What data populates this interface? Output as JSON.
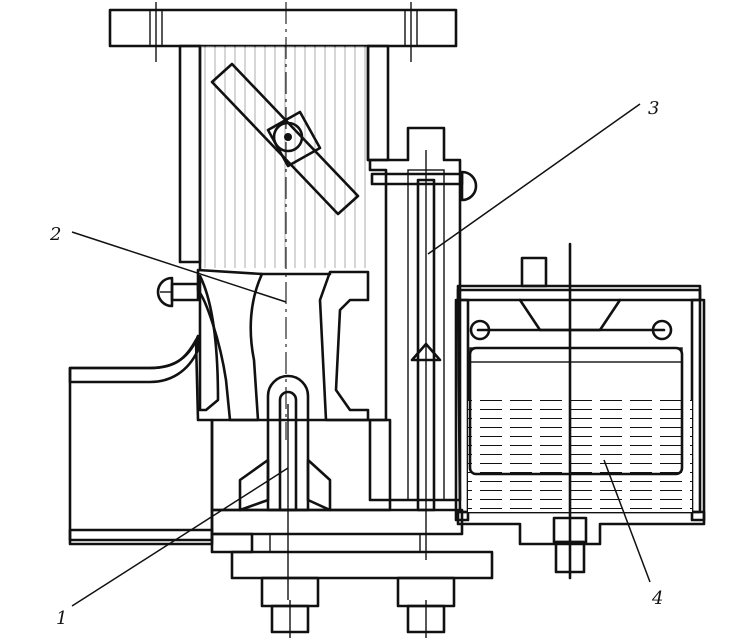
{
  "figure": {
    "callouts": [
      {
        "id": "1",
        "label": "1"
      },
      {
        "id": "2",
        "label": "2"
      },
      {
        "id": "3",
        "label": "3"
      },
      {
        "id": "4",
        "label": "4"
      }
    ]
  },
  "colors": {
    "ink": "#111111",
    "paper": "#ffffff"
  }
}
